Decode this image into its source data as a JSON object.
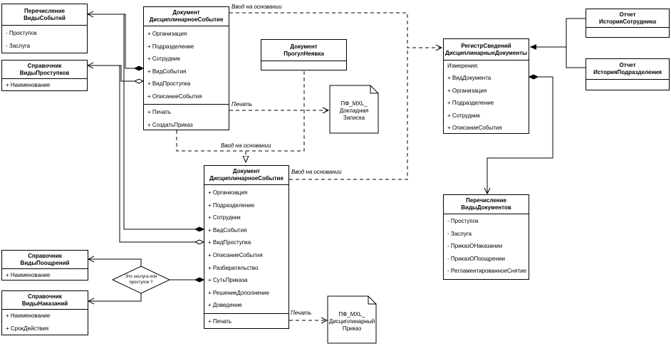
{
  "boxes": {
    "enum_event_types": {
      "title": [
        "Перечисление",
        "ВидыСобытий"
      ],
      "items": [
        "- Проступок",
        "- Заслуга"
      ]
    },
    "ref_offense_types": {
      "title": [
        "Справочник",
        "ВидыПроступков"
      ],
      "items": [
        "+ Наименование"
      ]
    },
    "doc_event_top": {
      "title": [
        "Документ",
        "ДисциплинарноеСобытие"
      ],
      "attrs": [
        "+ Организация",
        "+ Подразделение",
        "+ Сотрудник",
        "+ ВидСобытия",
        "+ ВидПроступка",
        "+ ОписаниеСобытия"
      ],
      "ops": [
        "+ Печать",
        "+ СоздатьПриказ"
      ]
    },
    "doc_absence": {
      "title": [
        "Документ",
        "ПрогулНеявка"
      ]
    },
    "register": {
      "title": [
        "РегистрСведений",
        "ДисциплинарныеДокументы"
      ],
      "caption": "Измерения:",
      "items": [
        "+ ВидДокумента",
        "+ Организация",
        "+ Подразделение",
        "+ Сотрудник",
        "+ ОписаниеСобытия"
      ]
    },
    "report_employee": {
      "title": [
        "Отчет",
        "ИсторияСотрудника"
      ]
    },
    "report_department": {
      "title": [
        "Отчет",
        "ИсторияПодразделения"
      ]
    },
    "enum_doc_types": {
      "title": [
        "Перечисление",
        "ВидыДокументов"
      ],
      "items": [
        "- Проступок",
        "- Заслуга",
        "-  ПриказОНаказании",
        "-  ПриказОПоощрении",
        "-  РегламентированноеСнятие"
      ]
    },
    "doc_event_bottom": {
      "title": [
        "Документ",
        "ДисциплинарноеСобытие"
      ],
      "attrs": [
        "+ Организация",
        "+ Подразделение",
        "+ Сотрудник",
        "+ ВидСобытия",
        "+ ВидПроступка",
        "+ ОписаниеСобытия",
        "+ Разбирательство",
        "+ СутьПриказа",
        "+ РешениеДополнение",
        "+ Доведение"
      ],
      "ops": [
        "+ Печать"
      ]
    },
    "ref_rewards": {
      "title": [
        "Справочник",
        "ВидыПоощрений"
      ],
      "items": [
        "+ Наименование"
      ]
    },
    "ref_penalties": {
      "title": [
        "Справочник",
        "ВидыНаказаний"
      ],
      "items": [
        "+ Наименование",
        "+ СрокДействия"
      ]
    }
  },
  "notes": {
    "memo": [
      "ПФ_MXL_",
      "Докладная",
      "Записка"
    ],
    "order": [
      "ПФ_MXL_",
      "Дисциплинарный",
      "Приказ"
    ]
  },
  "decision": [
    "Это заслуга или",
    "проступок ?"
  ],
  "labels": {
    "based_on_1": "Ввод на основании",
    "based_on_2": "Ввод на основании",
    "based_on_3": "Ввод на основании",
    "print_1": "Печать",
    "print_2": "Печать"
  }
}
